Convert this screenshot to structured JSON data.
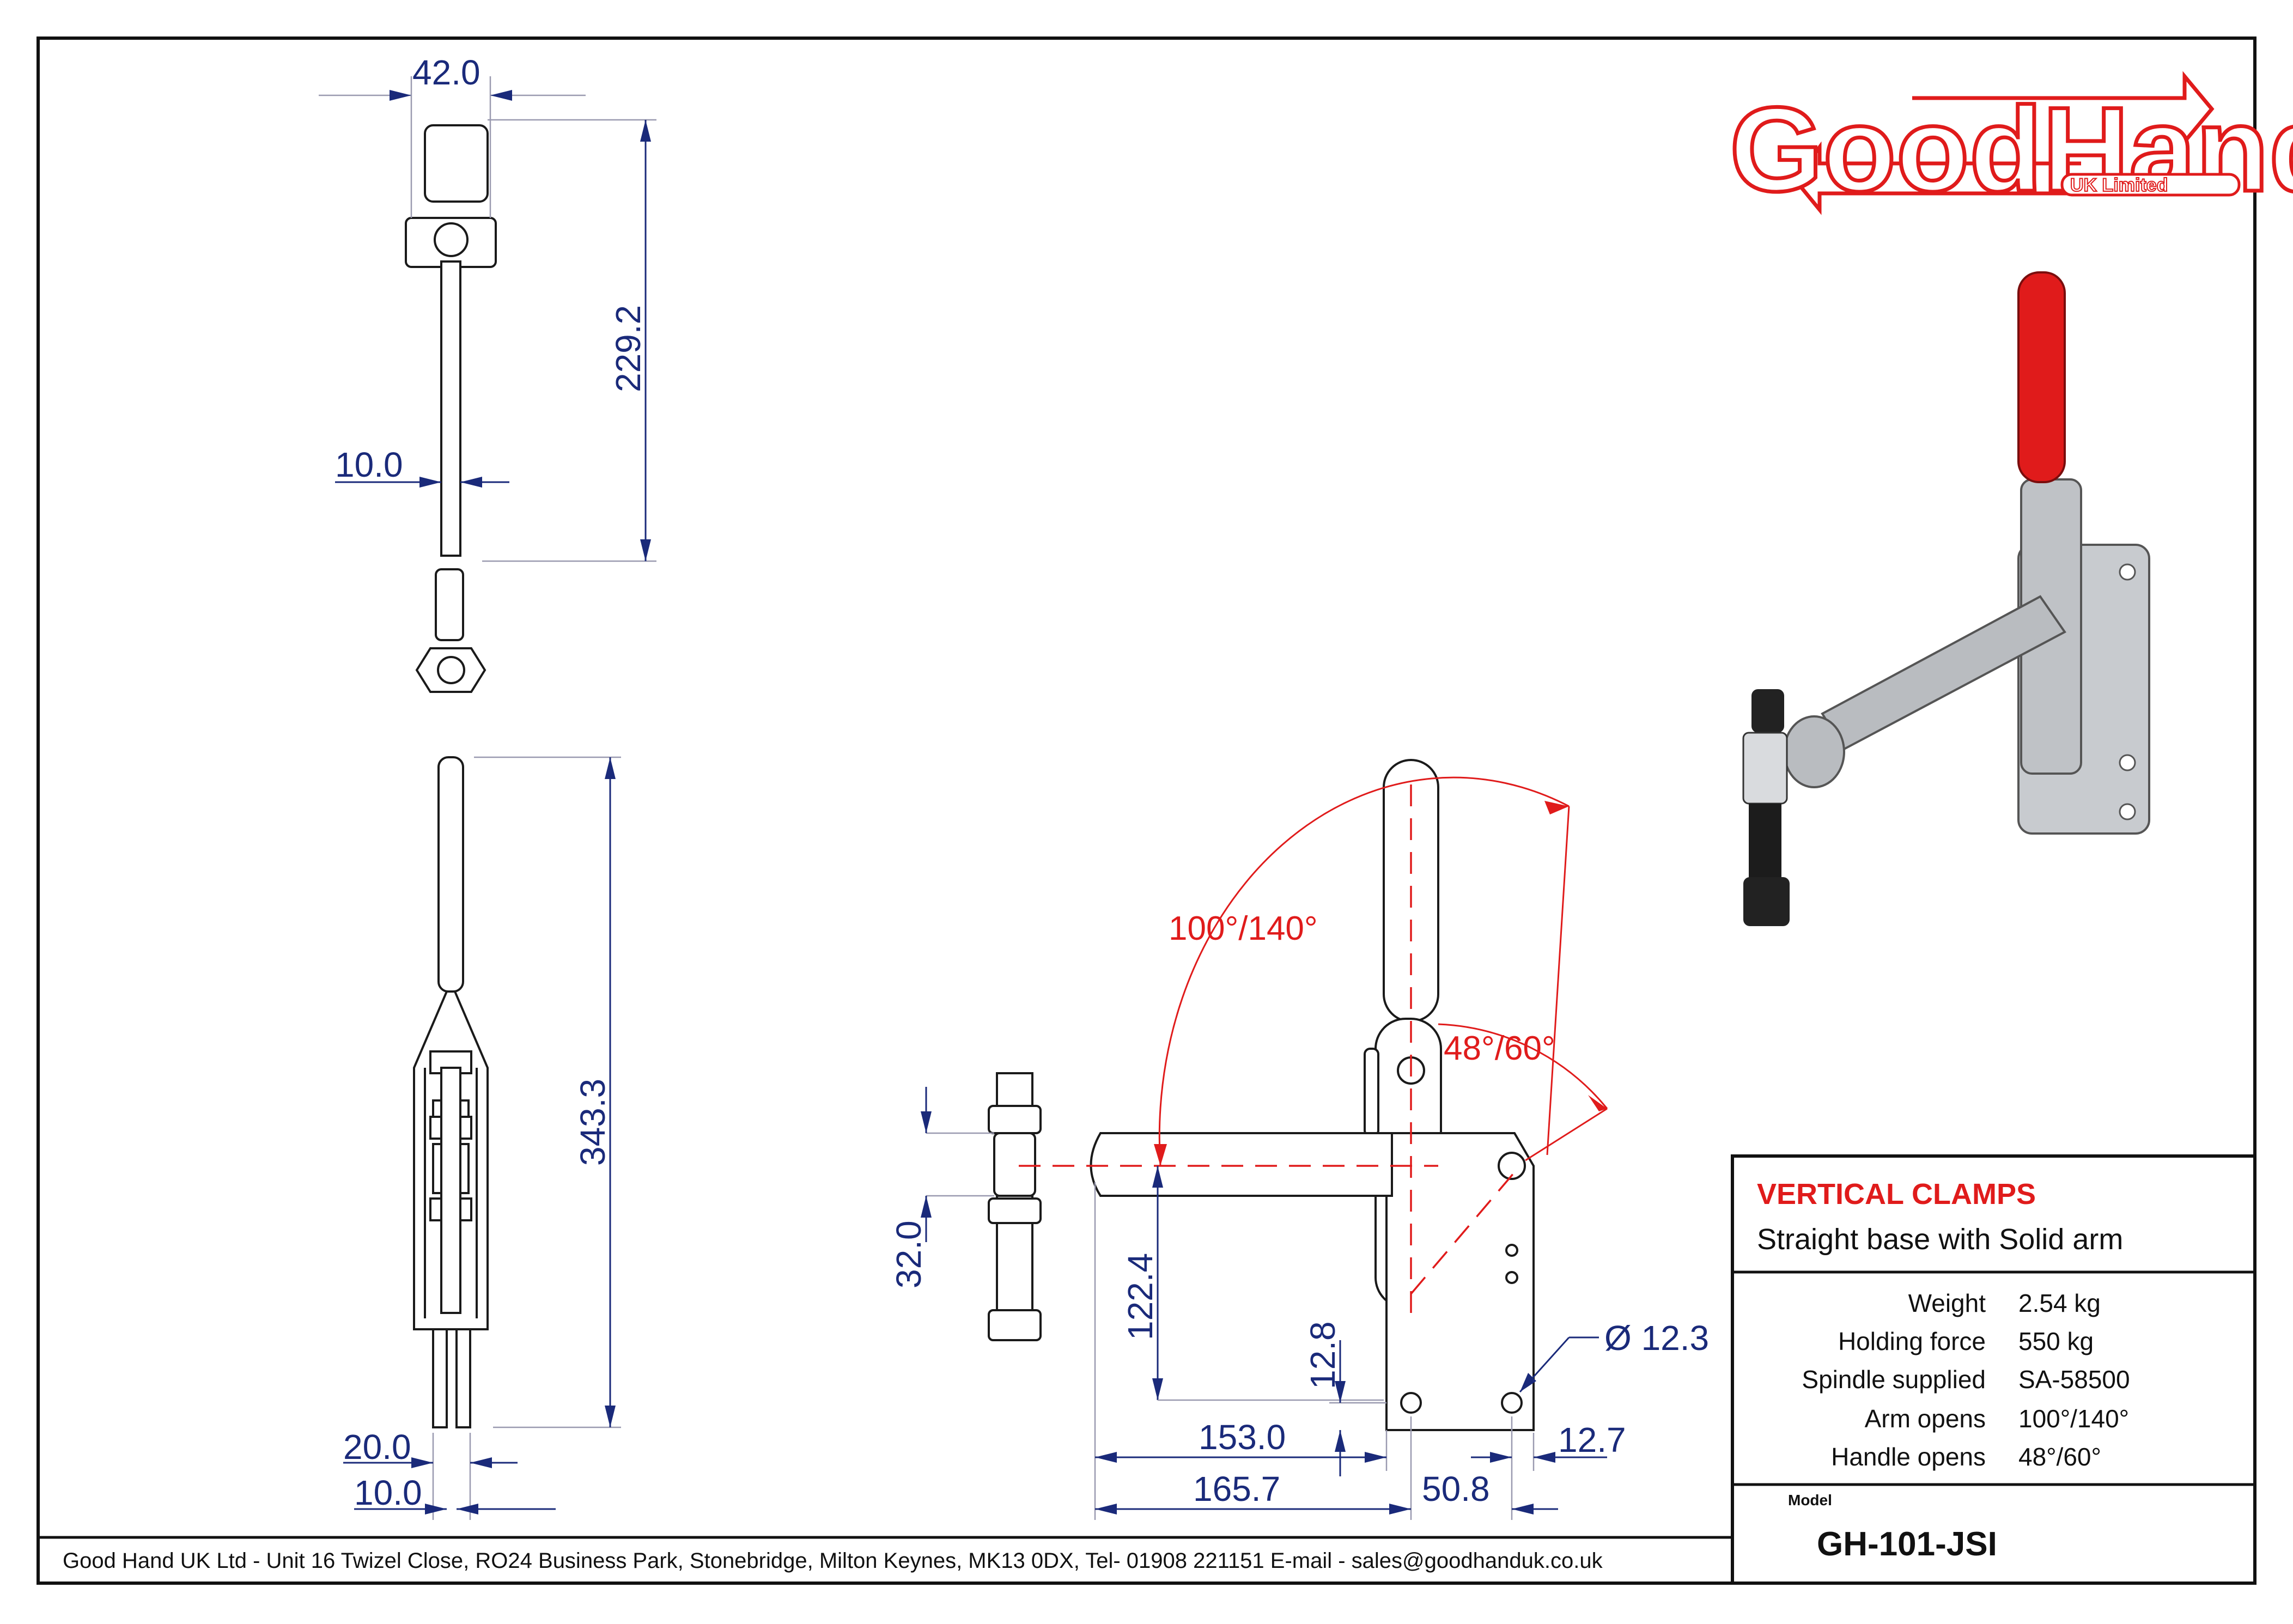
{
  "logo": {
    "text": "GoodHand",
    "subtext": "UK Limited",
    "color": "#e01b1b"
  },
  "title_block": {
    "category": "VERTICAL CLAMPS",
    "description": "Straight base with Solid arm",
    "specs": [
      {
        "label": "Weight",
        "value": "2.54 kg"
      },
      {
        "label": "Holding force",
        "value": "550 kg"
      },
      {
        "label": "Spindle supplied",
        "value": "SA-58500"
      },
      {
        "label": "Arm opens",
        "value": "100°/140°"
      },
      {
        "label": "Handle opens",
        "value": "48°/60°"
      }
    ],
    "model_label": "Model",
    "model": "GH-101-JSI"
  },
  "footer": {
    "address": "Good Hand UK Ltd  - Unit 16 Twizel Close, RO24 Business Park, Stonebridge, Milton Keynes, MK13 0DX,  Tel- 01908 221151  E-mail - sales@goodhanduk.co.uk"
  },
  "dimensions": {
    "top_width": "42.0",
    "top_height": "229.2",
    "top_rod": "10.0",
    "front_height": "343.3",
    "front_w1": "20.0",
    "front_w2": "10.0",
    "spindle_gap": "32.0",
    "height_122": "122.4",
    "height_12": "12.8",
    "len_153": "153.0",
    "len_165": "165.7",
    "len_50": "50.8",
    "len_12_7": "12.7",
    "hole_dia": "Ø 12.3",
    "arm_angle": "100°/140°",
    "handle_angle": "48°/60°"
  },
  "colors": {
    "dimension": "#1a2a7a",
    "angle": "#e01b1b",
    "handle": "#e01b1b"
  }
}
